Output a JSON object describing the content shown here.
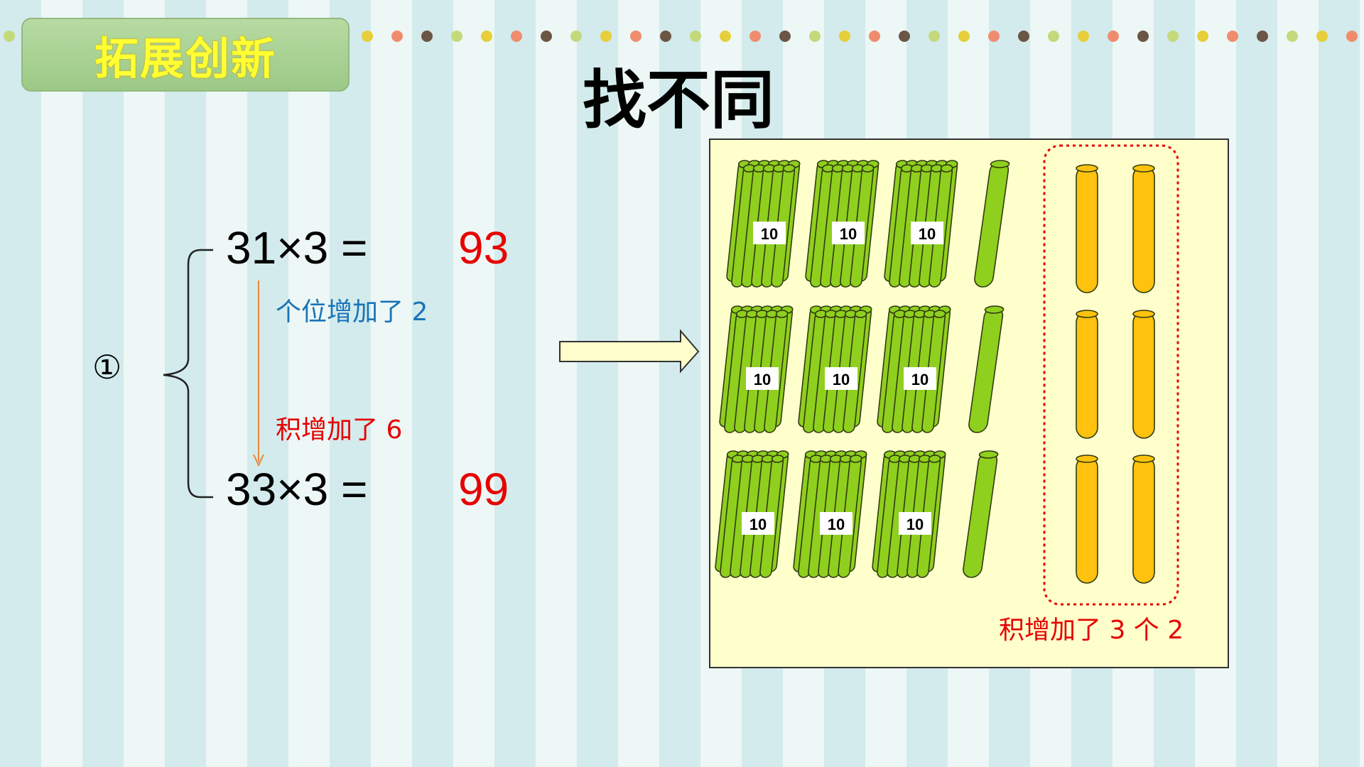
{
  "section_badge": "拓展创新",
  "title": "找不同",
  "problem_marker": "①",
  "equations": [
    {
      "expression": "31×3 =",
      "result": "93"
    },
    {
      "expression": "33×3 =",
      "result": "99"
    }
  ],
  "notes": {
    "ones_increase": "个位增加了 2",
    "product_increase": "积增加了 6"
  },
  "panel": {
    "bundle_label": "10",
    "rows": 3,
    "bundles_per_row": 3,
    "single_green_per_row": 1,
    "orange_sticks_per_row": 2,
    "caption": "积增加了 3 个 2"
  },
  "colors": {
    "badge_text": "#ffff33",
    "result_red": "#e60000",
    "note_blue": "#1a73b8",
    "stick_green": "#8fcf1e",
    "stick_orange": "#ffc20e",
    "panel_bg": "#ffffcc"
  },
  "icons": [
    "curly-brace-icon",
    "down-arrow-icon",
    "right-arrow-icon",
    "stick-bundle-icon"
  ]
}
